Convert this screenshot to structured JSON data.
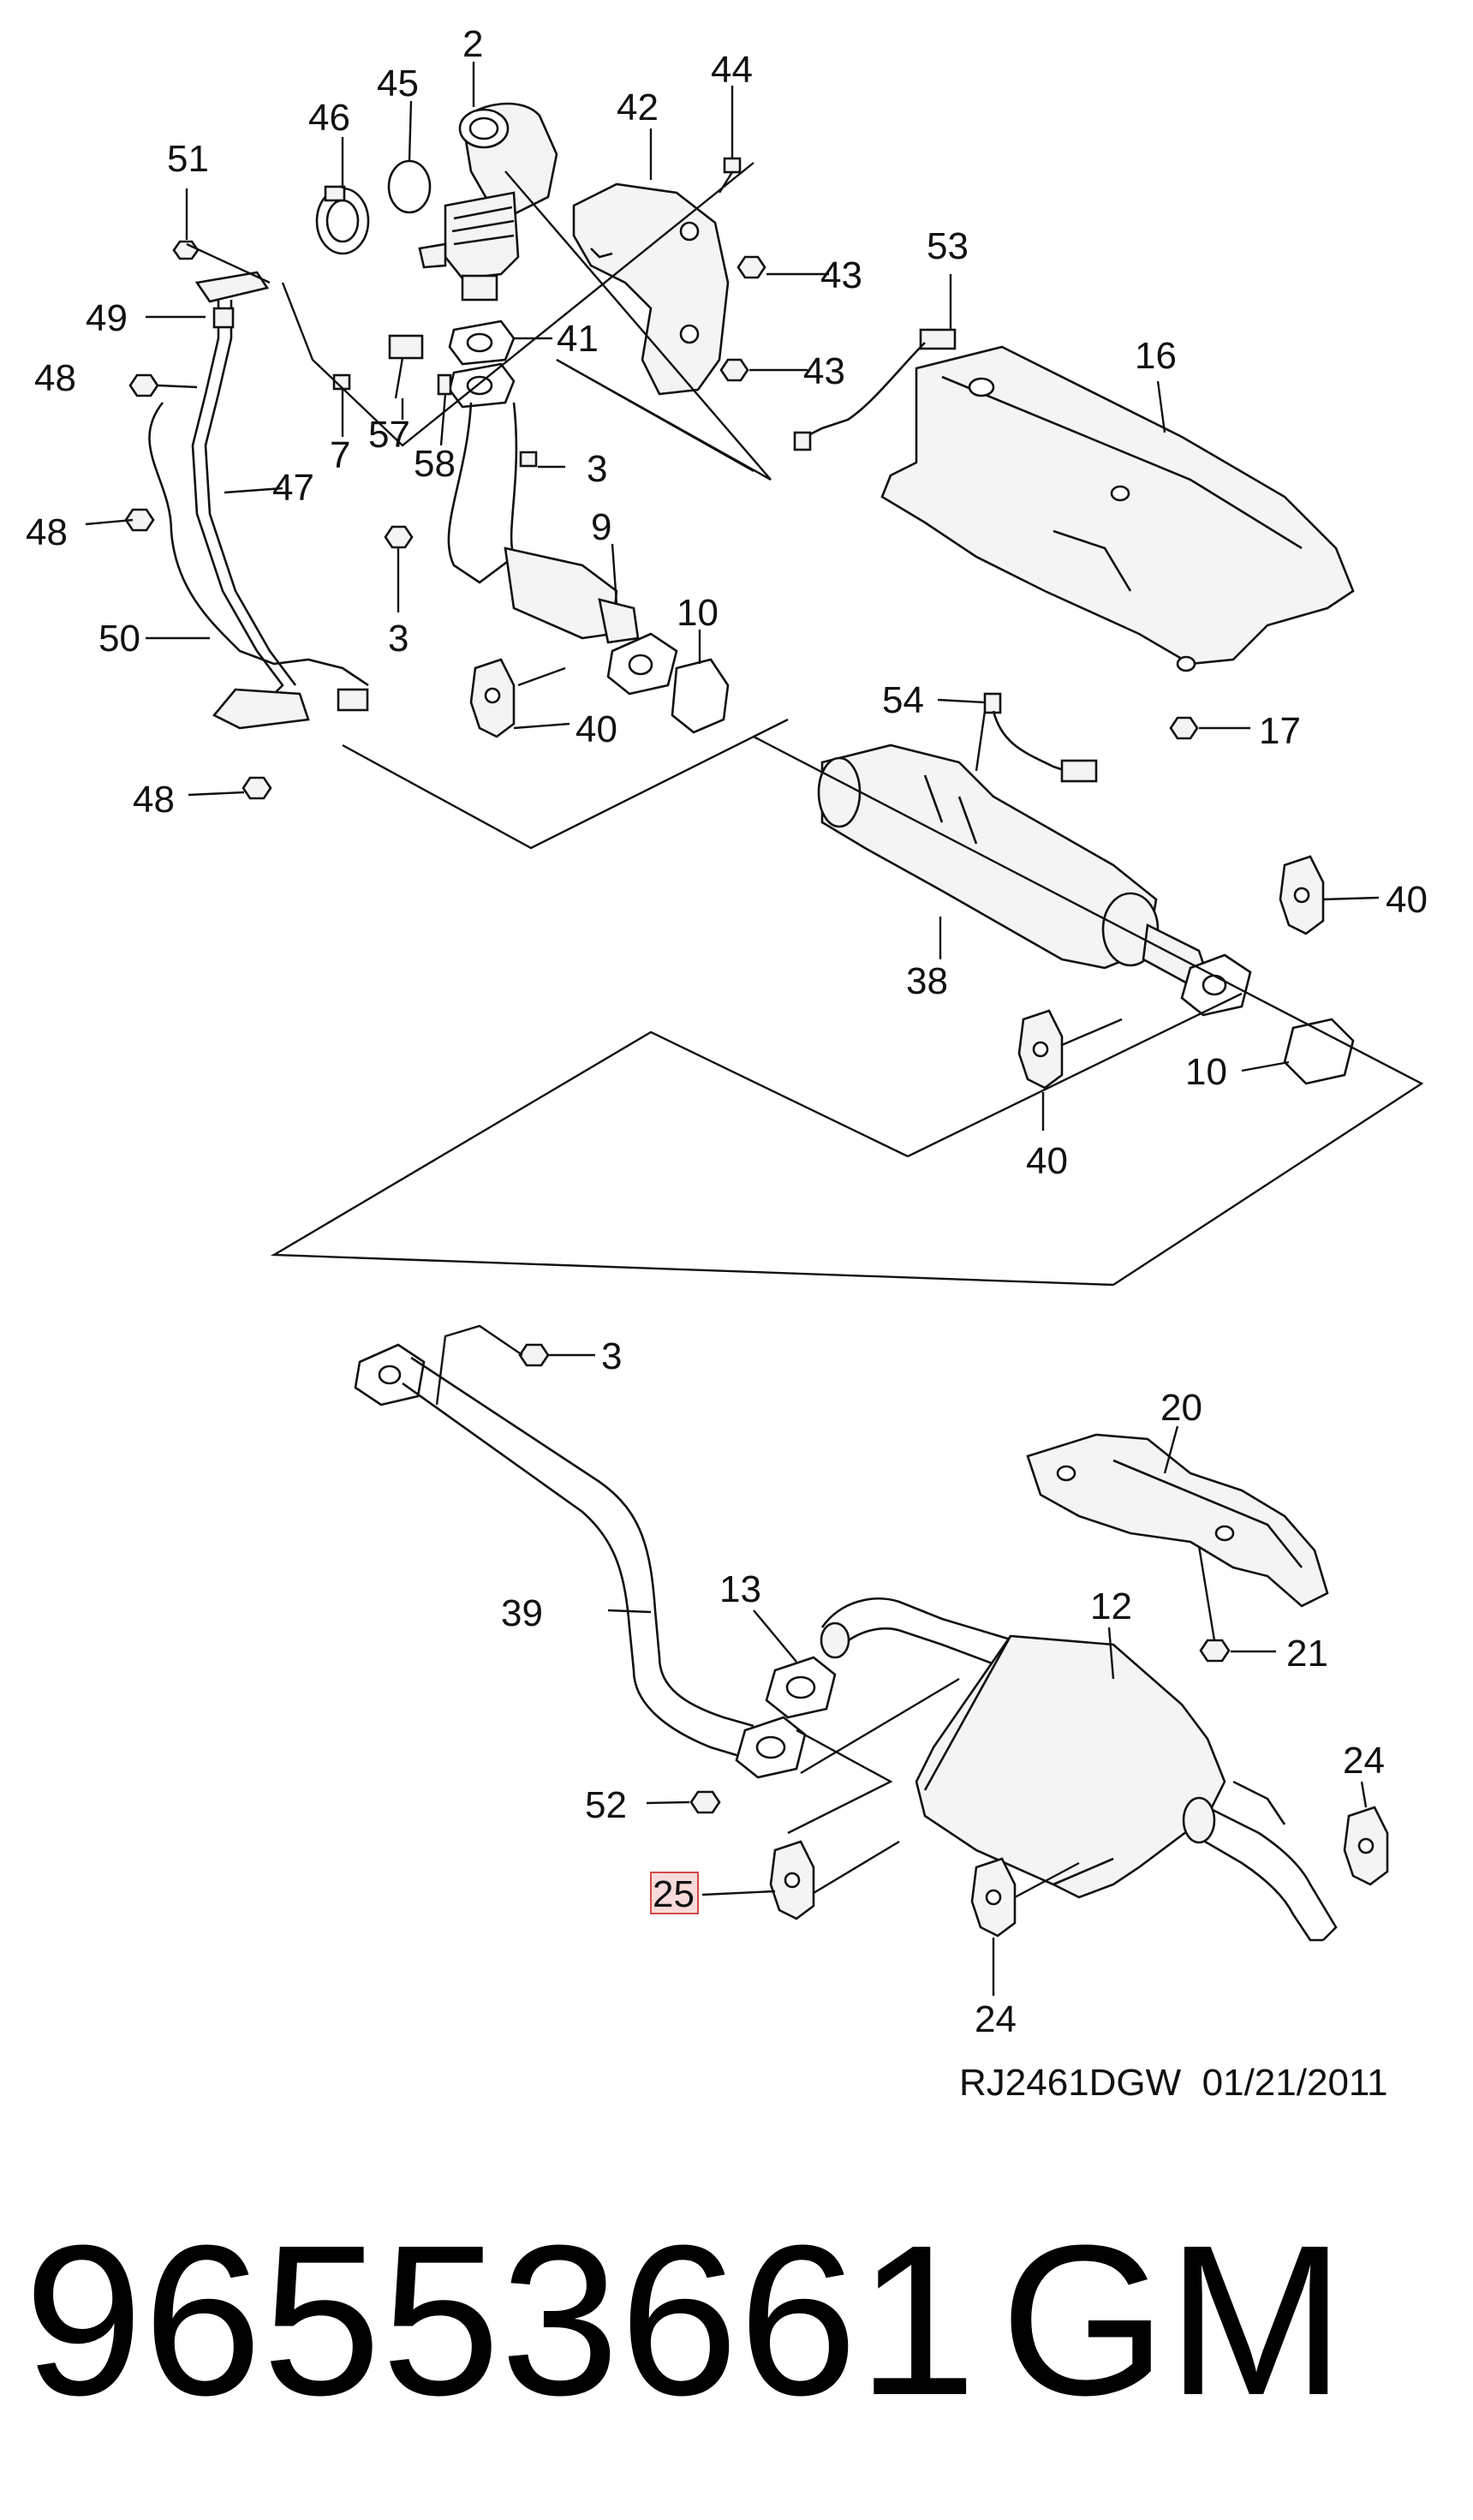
{
  "diagram": {
    "callouts": [
      {
        "id": "c2",
        "text": "2"
      },
      {
        "id": "c45",
        "text": "45"
      },
      {
        "id": "c46",
        "text": "46"
      },
      {
        "id": "c42",
        "text": "42"
      },
      {
        "id": "c44",
        "text": "44"
      },
      {
        "id": "c51",
        "text": "51"
      },
      {
        "id": "c53",
        "text": "53"
      },
      {
        "id": "c16",
        "text": "16"
      },
      {
        "id": "c43a",
        "text": "43"
      },
      {
        "id": "c43b",
        "text": "43"
      },
      {
        "id": "c49",
        "text": "49"
      },
      {
        "id": "c41",
        "text": "41"
      },
      {
        "id": "c48a",
        "text": "48"
      },
      {
        "id": "c7",
        "text": "7"
      },
      {
        "id": "c57",
        "text": "57"
      },
      {
        "id": "c58",
        "text": "58"
      },
      {
        "id": "c3a",
        "text": "3"
      },
      {
        "id": "c47",
        "text": "47"
      },
      {
        "id": "c48b",
        "text": "48"
      },
      {
        "id": "c9",
        "text": "9"
      },
      {
        "id": "c3b",
        "text": "3"
      },
      {
        "id": "c10a",
        "text": "10"
      },
      {
        "id": "c50",
        "text": "50"
      },
      {
        "id": "c40a",
        "text": "40"
      },
      {
        "id": "c17",
        "text": "17"
      },
      {
        "id": "c54",
        "text": "54"
      },
      {
        "id": "c48c",
        "text": "48"
      },
      {
        "id": "c40b",
        "text": "40"
      },
      {
        "id": "c38",
        "text": "38"
      },
      {
        "id": "c10b",
        "text": "10"
      },
      {
        "id": "c40c",
        "text": "40"
      },
      {
        "id": "c3c",
        "text": "3"
      },
      {
        "id": "c20",
        "text": "20"
      },
      {
        "id": "c13",
        "text": "13"
      },
      {
        "id": "c12",
        "text": "12"
      },
      {
        "id": "c39",
        "text": "39"
      },
      {
        "id": "c21",
        "text": "21"
      },
      {
        "id": "c52",
        "text": "52"
      },
      {
        "id": "c24a",
        "text": "24"
      },
      {
        "id": "c25",
        "text": "25",
        "highlighted": true
      },
      {
        "id": "c24b",
        "text": "24"
      }
    ],
    "reference": "RJ2461DGW  01/21/2011",
    "part_number": "96553661",
    "brand": "GM",
    "highlight_color": "#f9dada"
  }
}
